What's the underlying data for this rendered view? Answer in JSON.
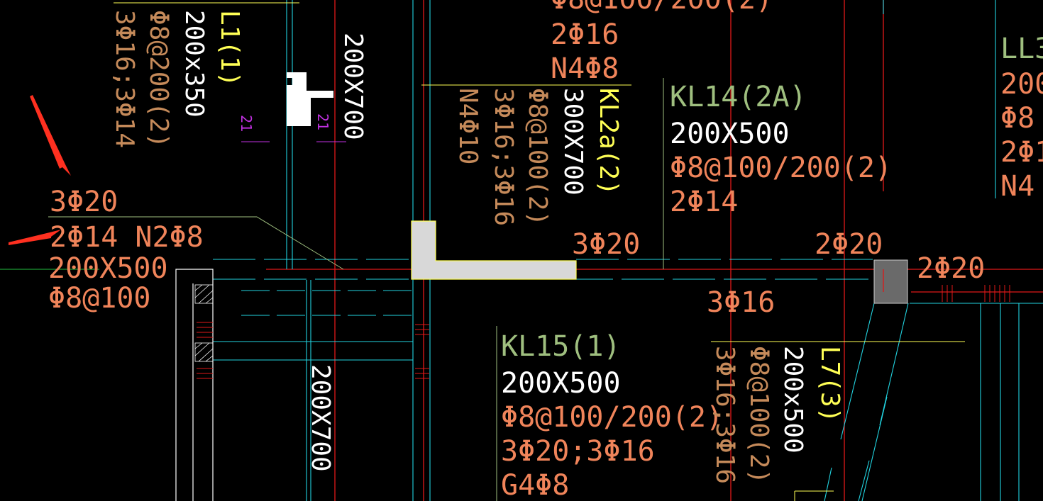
{
  "colors": {
    "background": "#000000",
    "orange": "#f0845a",
    "tan": "#c58a5a",
    "yellow": "#ffff55",
    "green": "#9fbf7f",
    "white": "#ffffff",
    "cyan": "#22d3e0",
    "red": "#e01818",
    "magenta": "#c030e0",
    "gray": "#d8d8d8",
    "dark_gray": "#6a6a6a",
    "arrow_red": "#ff3020"
  },
  "annotations": {
    "left_beam": {
      "top": "3Φ20",
      "main": "2Φ14 N2Φ8",
      "size": "200X500",
      "stirrup": "Φ8@100"
    },
    "l1": {
      "name": "L1(1)",
      "size": "200x350",
      "stirrup": "Φ8@200(2)",
      "rebar": "3Φ16;3Φ14"
    },
    "col_vertical_top": {
      "size": "200X700"
    },
    "mark_21a": "21",
    "mark_21b": "21",
    "top_partial": {
      "stirrup": "Φ8@100/200(2)",
      "rebar": "2Φ16",
      "waist": "N4Φ8"
    },
    "kl2a": {
      "name": "KL2a(2)",
      "size": "300X700",
      "stirrup": "Φ8@100(2)",
      "rebar": "3Φ16;3Φ16",
      "waist": "N4Φ10"
    },
    "kl14": {
      "name": "KL14(2A)",
      "size": "200X500",
      "stirrup": "Φ8@100/200(2)",
      "rebar": "2Φ14"
    },
    "ll3": {
      "name": "LL3",
      "size": "200",
      "stirrup": "Φ8",
      "rebar": "2Φ1",
      "waist": "N4"
    },
    "mid_3phi20": "3Φ20",
    "right_2phi20_a": "2Φ20",
    "right_2phi20_b": "2Φ20",
    "bottom_3phi16": "3Φ16",
    "kl15": {
      "name": "KL15(1)",
      "size": "200X500",
      "stirrup": "Φ8@100/200(2)",
      "rebar": "3Φ20;3Φ16",
      "waist": "G4Φ8"
    },
    "col_vertical_bottom": {
      "size": "200X700"
    },
    "l7": {
      "name": "L7(3)",
      "size": "200x500",
      "stirrup": "Φ8@100(2)",
      "rebar": "3Φ16;3Φ16"
    }
  }
}
